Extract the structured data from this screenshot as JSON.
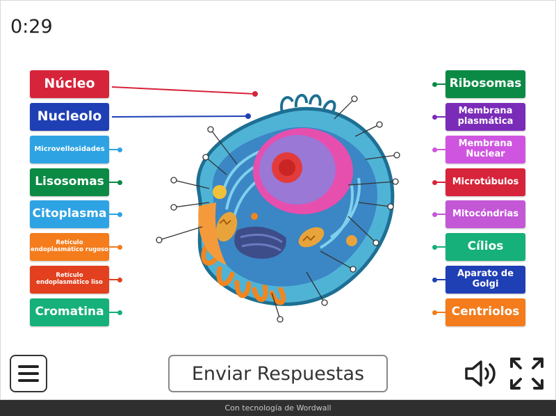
{
  "timer": "0:29",
  "left_labels": [
    {
      "text": "Núcleo",
      "color": "#d6243a"
    },
    {
      "text": "Nucleolo",
      "color": "#1f3fb5"
    },
    {
      "text": "Microvellosidades",
      "color": "#2ea3e3"
    },
    {
      "text": "Lisosomas",
      "color": "#0b8a45"
    },
    {
      "text": "Citoplasma",
      "color": "#2ea3e3"
    },
    {
      "text": "Retículo endoplasmático rugoso",
      "color": "#f47c1c"
    },
    {
      "text": "Retículo endoplasmático liso",
      "color": "#e2401e"
    },
    {
      "text": "Cromatina",
      "color": "#16b07a"
    }
  ],
  "right_labels": [
    {
      "text": "Ribosomas",
      "color": "#0b8a45"
    },
    {
      "text": "Membrana plasmática",
      "color": "#7a2cb8"
    },
    {
      "text": "Membrana Nuclear",
      "color": "#cf55e0"
    },
    {
      "text": "Microtúbulos",
      "color": "#d6243a"
    },
    {
      "text": "Mitocóndrias",
      "color": "#c357d6"
    },
    {
      "text": "Cílios",
      "color": "#16b07a"
    },
    {
      "text": "Aparato de Golgi",
      "color": "#1f3fb5"
    },
    {
      "text": "Centriolos",
      "color": "#f47c1c"
    }
  ],
  "submit_label": "Enviar Respuestas",
  "footer_text": "Con tecnología de Wordwall",
  "icons": {
    "menu": "hamburger-menu-icon",
    "sound": "speaker-icon",
    "fullscreen": "fullscreen-icon"
  }
}
